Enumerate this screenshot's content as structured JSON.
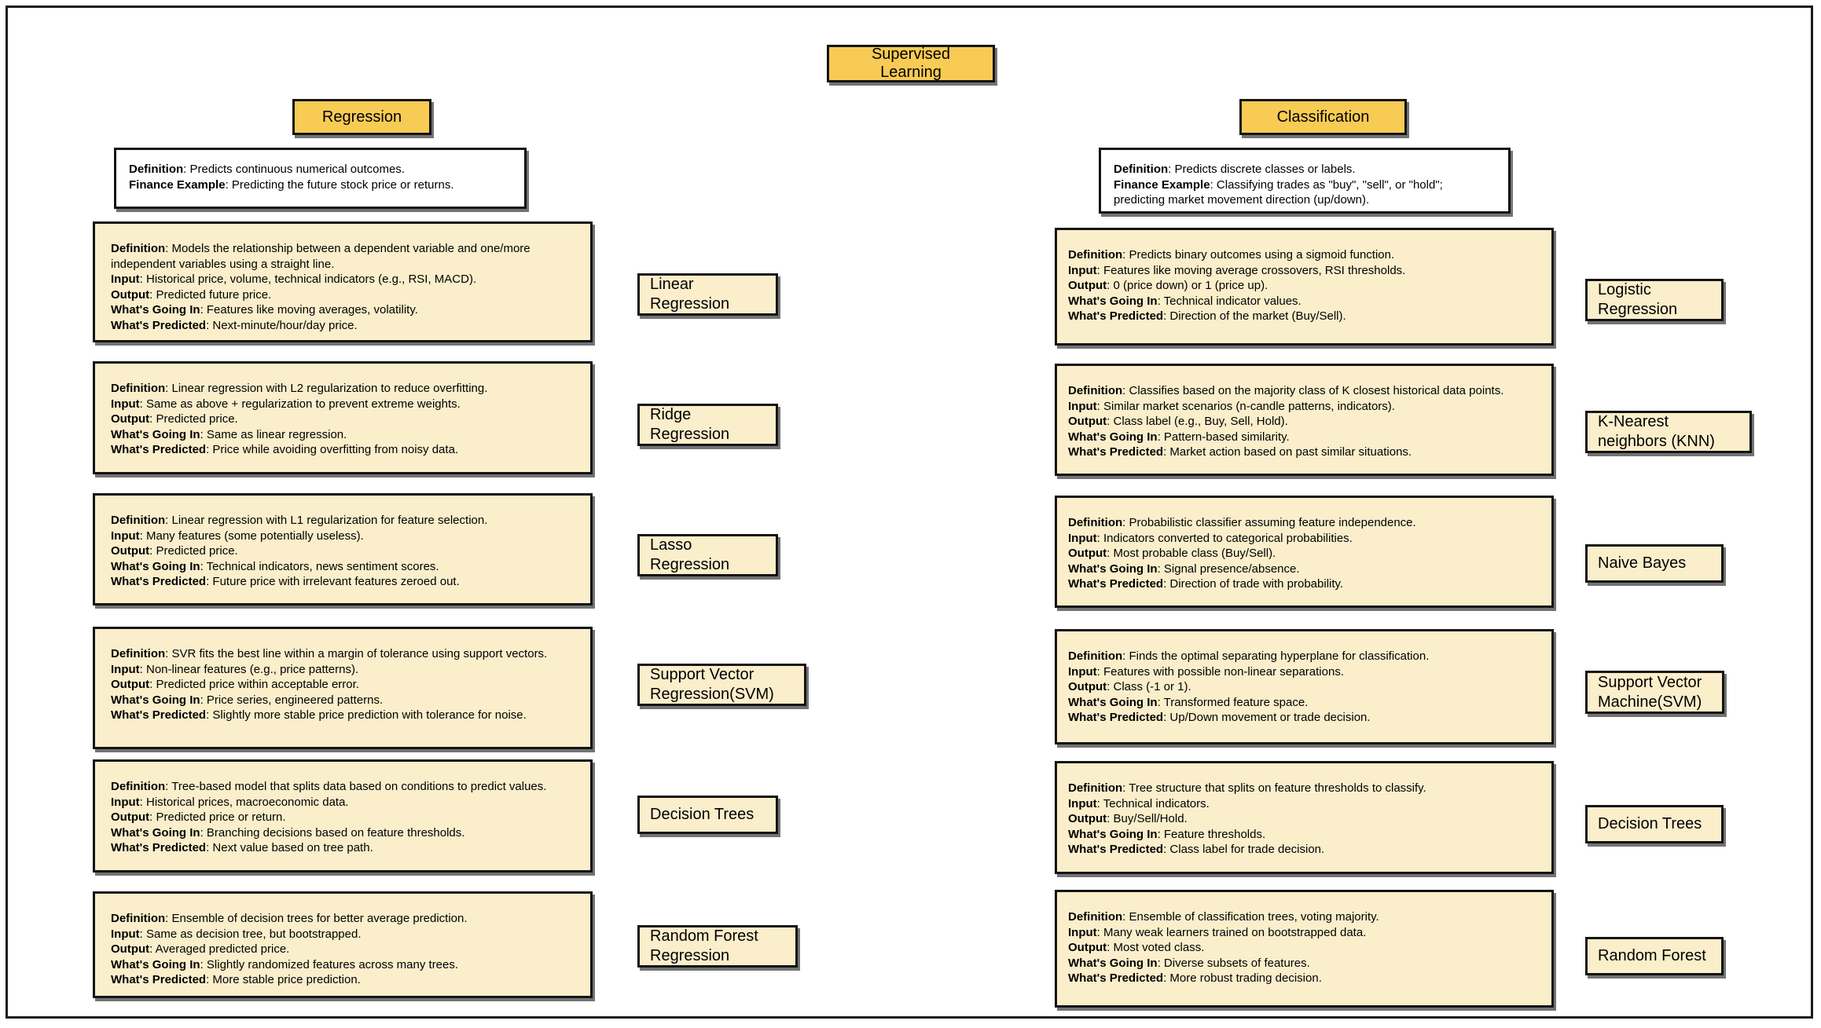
{
  "colors": {
    "header_fill": "#F8CB54",
    "panel_fill": "#FAEECB",
    "definition_fill": "#FFFFFF",
    "border": "#141414",
    "background": "#FFFFFF"
  },
  "root": {
    "label": "Supervised\nLearning"
  },
  "branches": [
    {
      "header": "Regression",
      "definition": {
        "fields": [
          {
            "label": "Definition",
            "text": ": Predicts continuous numerical outcomes."
          },
          {
            "label": "Finance Example",
            "text": ": Predicting the future stock price or returns."
          }
        ]
      },
      "algorithms": [
        {
          "name": "Linear\nRegression",
          "fields": [
            {
              "label": "Definition",
              "text": ": Models the relationship between a dependent variable and one/more independent variables using a straight line."
            },
            {
              "label": "Input",
              "text": ": Historical price, volume, technical indicators (e.g., RSI, MACD)."
            },
            {
              "label": "Output",
              "text": ": Predicted future price."
            },
            {
              "label": "What's Going In",
              "text": ": Features like moving averages, volatility."
            },
            {
              "label": "What's Predicted",
              "text": ": Next-minute/hour/day price."
            }
          ]
        },
        {
          "name": "Ridge\nRegression",
          "fields": [
            {
              "label": "Definition",
              "text": ": Linear regression with L2 regularization to reduce overfitting."
            },
            {
              "label": "Input",
              "text": ": Same as above + regularization to prevent extreme weights."
            },
            {
              "label": "Output",
              "text": ": Predicted price."
            },
            {
              "label": "What's Going In",
              "text": ": Same as linear regression."
            },
            {
              "label": "What's Predicted",
              "text": ": Price while avoiding overfitting from noisy data."
            }
          ]
        },
        {
          "name": "Lasso\nRegression",
          "fields": [
            {
              "label": "Definition",
              "text": ": Linear regression with L1 regularization for feature selection."
            },
            {
              "label": "Input",
              "text": ": Many features (some potentially useless)."
            },
            {
              "label": "Output",
              "text": ": Predicted price."
            },
            {
              "label": "What's Going In",
              "text": ": Technical indicators, news sentiment scores."
            },
            {
              "label": "What's Predicted",
              "text": ": Future price with irrelevant features zeroed out."
            }
          ]
        },
        {
          "name": "Support Vector\nRegression(SVM)",
          "fields": [
            {
              "label": "Definition",
              "text": ": SVR fits the best line within a margin of tolerance using support vectors."
            },
            {
              "label": "Input",
              "text": ": Non-linear features (e.g., price patterns)."
            },
            {
              "label": "Output",
              "text": ": Predicted price within acceptable error."
            },
            {
              "label": "What's Going In",
              "text": ": Price series, engineered patterns."
            },
            {
              "label": "What's Predicted",
              "text": ": Slightly more stable price prediction with tolerance for noise."
            }
          ]
        },
        {
          "name": "Decision Trees",
          "fields": [
            {
              "label": "Definition",
              "text": ": Tree-based model that splits data based on conditions to predict values."
            },
            {
              "label": "Input",
              "text": ": Historical prices, macroeconomic data."
            },
            {
              "label": "Output",
              "text": ": Predicted price or return."
            },
            {
              "label": "What's Going In",
              "text": ": Branching decisions based on feature thresholds."
            },
            {
              "label": "What's Predicted",
              "text": ": Next value based on tree path."
            }
          ]
        },
        {
          "name": "Random Forest\nRegression",
          "fields": [
            {
              "label": "Definition",
              "text": ": Ensemble of decision trees for better average prediction."
            },
            {
              "label": "Input",
              "text": ": Same as decision tree, but bootstrapped."
            },
            {
              "label": "Output",
              "text": ": Averaged predicted price."
            },
            {
              "label": "What's Going In",
              "text": ": Slightly randomized features across many trees."
            },
            {
              "label": "What's Predicted",
              "text": ": More stable price prediction."
            }
          ]
        }
      ]
    },
    {
      "header": "Classification",
      "definition": {
        "fields": [
          {
            "label": "Definition",
            "text": ": Predicts discrete classes or labels."
          },
          {
            "label": "Finance Example",
            "text": ": Classifying trades as \"buy\", \"sell\", or \"hold\"; predicting market movement direction (up/down)."
          }
        ]
      },
      "algorithms": [
        {
          "name": "Logistic\nRegression",
          "fields": [
            {
              "label": "Definition",
              "text": ": Predicts binary outcomes using a sigmoid function."
            },
            {
              "label": "Input",
              "text": ": Features like moving average crossovers, RSI thresholds."
            },
            {
              "label": "Output",
              "text": ": 0 (price down) or 1 (price up)."
            },
            {
              "label": "What's Going In",
              "text": ": Technical indicator values."
            },
            {
              "label": "What's Predicted",
              "text": ": Direction of the market (Buy/Sell)."
            }
          ]
        },
        {
          "name": "K-Nearest\nneighbors (KNN)",
          "fields": [
            {
              "label": "Definition",
              "text": ": Classifies based on the majority class of K closest historical data points."
            },
            {
              "label": "Input",
              "text": ": Similar market scenarios (n-candle patterns, indicators)."
            },
            {
              "label": "Output",
              "text": ": Class label (e.g., Buy, Sell, Hold)."
            },
            {
              "label": "What's Going In",
              "text": ": Pattern-based similarity."
            },
            {
              "label": "What's Predicted",
              "text": ": Market action based on past similar situations."
            }
          ]
        },
        {
          "name": "Naive Bayes",
          "fields": [
            {
              "label": "Definition",
              "text": ": Probabilistic classifier assuming feature independence."
            },
            {
              "label": "Input",
              "text": ": Indicators converted to categorical probabilities."
            },
            {
              "label": "Output",
              "text": ": Most probable class (Buy/Sell)."
            },
            {
              "label": "What's Going In",
              "text": ": Signal presence/absence."
            },
            {
              "label": "What's Predicted",
              "text": ": Direction of trade with probability."
            }
          ]
        },
        {
          "name": "Support Vector\nMachine(SVM)",
          "fields": [
            {
              "label": "Definition",
              "text": ": Finds the optimal separating hyperplane for classification."
            },
            {
              "label": "Input",
              "text": ": Features with possible non-linear separations."
            },
            {
              "label": "Output",
              "text": ": Class (-1 or 1)."
            },
            {
              "label": "What's Going In",
              "text": ": Transformed feature space."
            },
            {
              "label": "What's Predicted",
              "text": ": Up/Down movement or trade decision."
            }
          ]
        },
        {
          "name": "Decision Trees",
          "fields": [
            {
              "label": "Definition",
              "text": ": Tree structure that splits on feature thresholds to classify."
            },
            {
              "label": "Input",
              "text": ": Technical indicators."
            },
            {
              "label": "Output",
              "text": ": Buy/Sell/Hold."
            },
            {
              "label": "What's Going In",
              "text": ": Feature thresholds."
            },
            {
              "label": "What's Predicted",
              "text": ": Class label for trade decision."
            }
          ]
        },
        {
          "name": "Random Forest",
          "fields": [
            {
              "label": "Definition",
              "text": ": Ensemble of classification trees, voting majority."
            },
            {
              "label": "Input",
              "text": ": Many weak learners trained on bootstrapped data."
            },
            {
              "label": "Output",
              "text": ": Most voted class."
            },
            {
              "label": "What's Going In",
              "text": ": Diverse subsets of features."
            },
            {
              "label": "What's Predicted",
              "text": ": More robust trading decision."
            }
          ]
        }
      ]
    }
  ]
}
